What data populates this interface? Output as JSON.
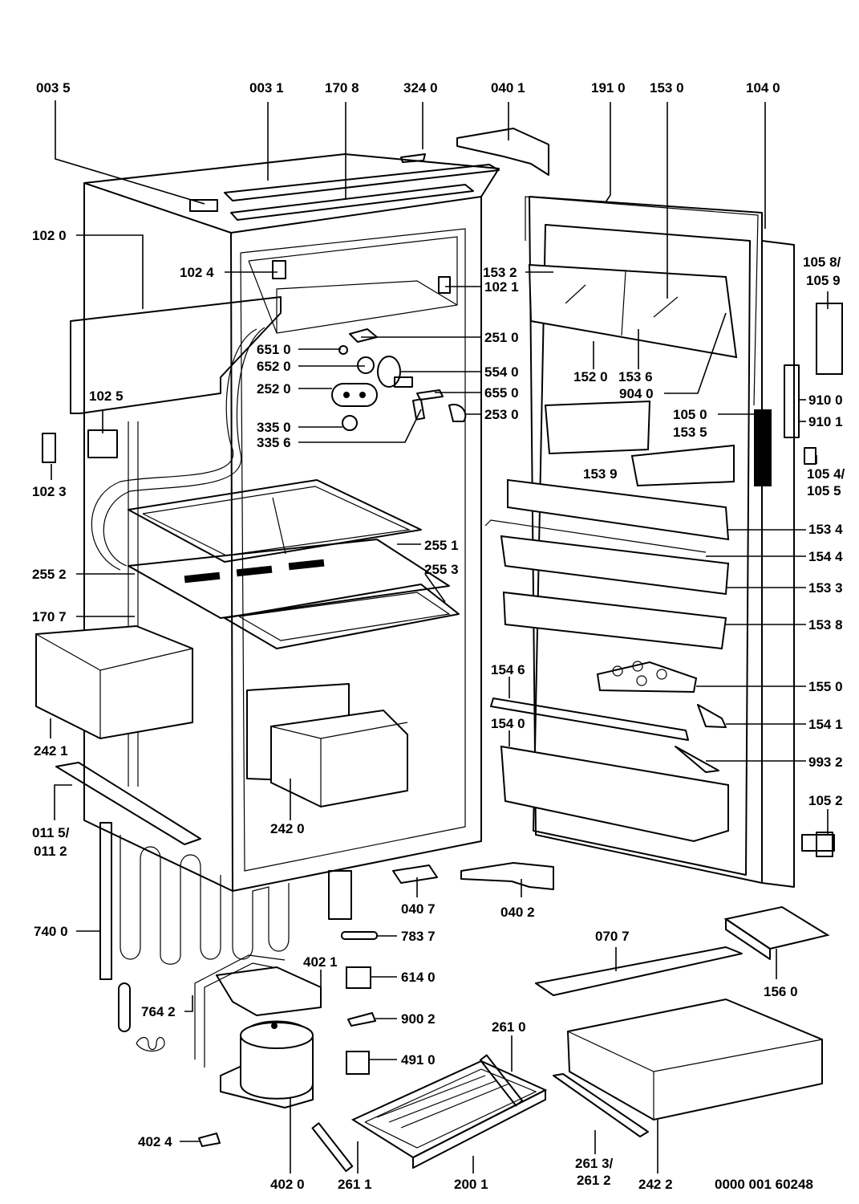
{
  "document_number": "0000 001 60248",
  "callouts": [
    {
      "id": "c-0035",
      "text": "003 5"
    },
    {
      "id": "c-0031",
      "text": "003 1"
    },
    {
      "id": "c-1708",
      "text": "170 8"
    },
    {
      "id": "c-3240",
      "text": "324 0"
    },
    {
      "id": "c-0401",
      "text": "040 1"
    },
    {
      "id": "c-1910",
      "text": "191 0"
    },
    {
      "id": "c-1530",
      "text": "153 0"
    },
    {
      "id": "c-1040",
      "text": "104 0"
    },
    {
      "id": "c-1020",
      "text": "102 0"
    },
    {
      "id": "c-1024",
      "text": "102 4"
    },
    {
      "id": "c-1021",
      "text": "102 1"
    },
    {
      "id": "c-1532",
      "text": "153 2"
    },
    {
      "id": "c-1058",
      "text": "105 8/"
    },
    {
      "id": "c-1059",
      "text": "105 9"
    },
    {
      "id": "c-2510",
      "text": "251 0"
    },
    {
      "id": "c-6510",
      "text": "651 0"
    },
    {
      "id": "c-6520",
      "text": "652 0"
    },
    {
      "id": "c-5540",
      "text": "554 0"
    },
    {
      "id": "c-1520",
      "text": "152 0"
    },
    {
      "id": "c-1536",
      "text": "153 6"
    },
    {
      "id": "c-2520",
      "text": "252 0"
    },
    {
      "id": "c-6550",
      "text": "655 0"
    },
    {
      "id": "c-9040",
      "text": "904 0"
    },
    {
      "id": "c-9100",
      "text": "910 0"
    },
    {
      "id": "c-1025",
      "text": "102 5"
    },
    {
      "id": "c-3350",
      "text": "335 0"
    },
    {
      "id": "c-2530",
      "text": "253 0"
    },
    {
      "id": "c-1050",
      "text": "105 0"
    },
    {
      "id": "c-9101",
      "text": "910 1"
    },
    {
      "id": "c-3356",
      "text": "335 6"
    },
    {
      "id": "c-1535",
      "text": "153 5"
    },
    {
      "id": "c-1539",
      "text": "153 9"
    },
    {
      "id": "c-1054",
      "text": "105 4/"
    },
    {
      "id": "c-1055",
      "text": "105 5"
    },
    {
      "id": "c-1023",
      "text": "102 3"
    },
    {
      "id": "c-1534",
      "text": "153 4"
    },
    {
      "id": "c-2551",
      "text": "255 1"
    },
    {
      "id": "c-1544",
      "text": "154 4"
    },
    {
      "id": "c-2552",
      "text": "255 2"
    },
    {
      "id": "c-2553",
      "text": "255 3"
    },
    {
      "id": "c-1533",
      "text": "153 3"
    },
    {
      "id": "c-1707",
      "text": "170 7"
    },
    {
      "id": "c-1538",
      "text": "153 8"
    },
    {
      "id": "c-1546",
      "text": "154 6"
    },
    {
      "id": "c-1550",
      "text": "155 0"
    },
    {
      "id": "c-1540",
      "text": "154 0"
    },
    {
      "id": "c-1541",
      "text": "154 1"
    },
    {
      "id": "c-2421",
      "text": "242 1"
    },
    {
      "id": "c-9932",
      "text": "993 2"
    },
    {
      "id": "c-1052",
      "text": "105 2"
    },
    {
      "id": "c-0115",
      "text": "011 5/"
    },
    {
      "id": "c-0112",
      "text": "011 2"
    },
    {
      "id": "c-2420",
      "text": "242 0"
    },
    {
      "id": "c-0407",
      "text": "040 7"
    },
    {
      "id": "c-0402",
      "text": "040 2"
    },
    {
      "id": "c-7400",
      "text": "740 0"
    },
    {
      "id": "c-7837",
      "text": "783 7"
    },
    {
      "id": "c-0707",
      "text": "070 7"
    },
    {
      "id": "c-4021",
      "text": "402 1"
    },
    {
      "id": "c-6140",
      "text": "614 0"
    },
    {
      "id": "c-1560",
      "text": "156 0"
    },
    {
      "id": "c-7642",
      "text": "764 2"
    },
    {
      "id": "c-9002",
      "text": "900 2"
    },
    {
      "id": "c-2610",
      "text": "261 0"
    },
    {
      "id": "c-4910",
      "text": "491 0"
    },
    {
      "id": "c-4024",
      "text": "402 4"
    },
    {
      "id": "c-2613",
      "text": "261 3/"
    },
    {
      "id": "c-2612",
      "text": "261 2"
    },
    {
      "id": "c-4020",
      "text": "402 0"
    },
    {
      "id": "c-2611",
      "text": "261 1"
    },
    {
      "id": "c-2001",
      "text": "200 1"
    },
    {
      "id": "c-2422",
      "text": "242 2"
    }
  ]
}
